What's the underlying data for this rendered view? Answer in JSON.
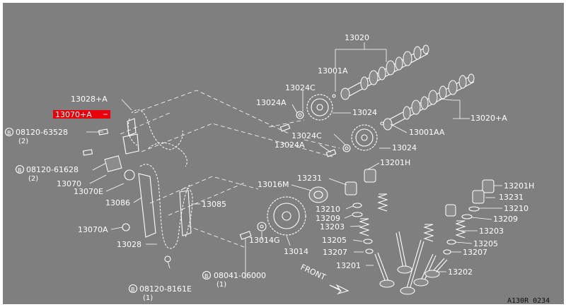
{
  "labels": {
    "p13020": "13020",
    "p13001A": "13001A",
    "p13024C_top": "13024C",
    "p13024A_top": "13024A",
    "p13024_top": "13024",
    "p13020A": "13020+A",
    "p13001AA": "13001AA",
    "p13024C_low": "13024C",
    "p13024A_low": "13024A",
    "p13024_low": "13024",
    "p13028A": "13028+A",
    "p13070A_hl": "13070+A",
    "b08120_63528": "08120-63528",
    "b08120_63528_qty": "(2)",
    "b08120_61628": "08120-61628",
    "b08120_61628_qty": "(2)",
    "p13070": "13070",
    "p13070E": "13070E",
    "p13086": "13086",
    "p13085": "13085",
    "p13070A": "13070A",
    "p13028": "13028",
    "b08120_8161E": "08120-8161E",
    "b08120_8161E_qty": "(1)",
    "b08041_06000": "08041-06000",
    "b08041_06000_qty": "(1)",
    "p13016M": "13016M",
    "p13231_l": "13231",
    "p13201H_l": "13201H",
    "p13210_l": "13210",
    "p13209_l": "13209",
    "p13203_l": "13203",
    "p13205_l": "13205",
    "p13207_l": "13207",
    "p13201_l": "13201",
    "p13014G": "13014G",
    "p13014": "13014",
    "p13201H_r": "13201H",
    "p13231_r": "13231",
    "p13210_r": "13210",
    "p13209_r": "13209",
    "p13203_r": "13203",
    "p13205_r": "13205",
    "p13207_r": "13207",
    "p13202": "13202",
    "front": "FRONT",
    "diagram_code": "A130R 0234",
    "bolt_mark": "B"
  },
  "colors": {
    "panel": "#7f7f7f",
    "linework": "#ffffff",
    "highlight": "#e8000a"
  }
}
